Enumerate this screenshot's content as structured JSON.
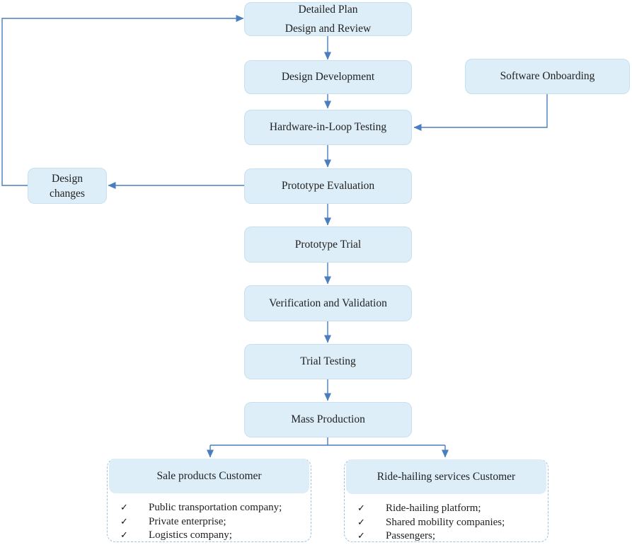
{
  "colors": {
    "node_fill": "#ddeef8",
    "connector_blue": "#4a7ebf",
    "dashed_border_blue": "#9cc2e5",
    "text": "#1f1f1f"
  },
  "icons": {
    "check": "✓"
  },
  "nodes": {
    "detailed_plan": {
      "line1": "Detailed Plan",
      "line2": "Design and Review"
    },
    "design_development": {
      "label": "Design Development"
    },
    "software_onboarding": {
      "label": "Software Onboarding"
    },
    "hardware_in_loop_testing": {
      "label": "Hardware-in-Loop Testing"
    },
    "design_changes": {
      "line1": "Design",
      "line2": "changes"
    },
    "prototype_evaluation": {
      "label": "Prototype Evaluation"
    },
    "prototype_trial": {
      "label": "Prototype Trial"
    },
    "verification_and_validation": {
      "label": "Verification and Validation"
    },
    "trial_testing": {
      "label": "Trial Testing"
    },
    "mass_production": {
      "label": "Mass Production"
    }
  },
  "customers": {
    "sale_products": {
      "title": "Sale products Customer",
      "items": [
        "Public transportation company;",
        "Private enterprise;",
        "Logistics company;"
      ]
    },
    "ride_hailing": {
      "title": "Ride-hailing services Customer",
      "items": [
        "Ride-hailing platform;",
        "Shared mobility companies;",
        "Passengers;"
      ]
    }
  }
}
